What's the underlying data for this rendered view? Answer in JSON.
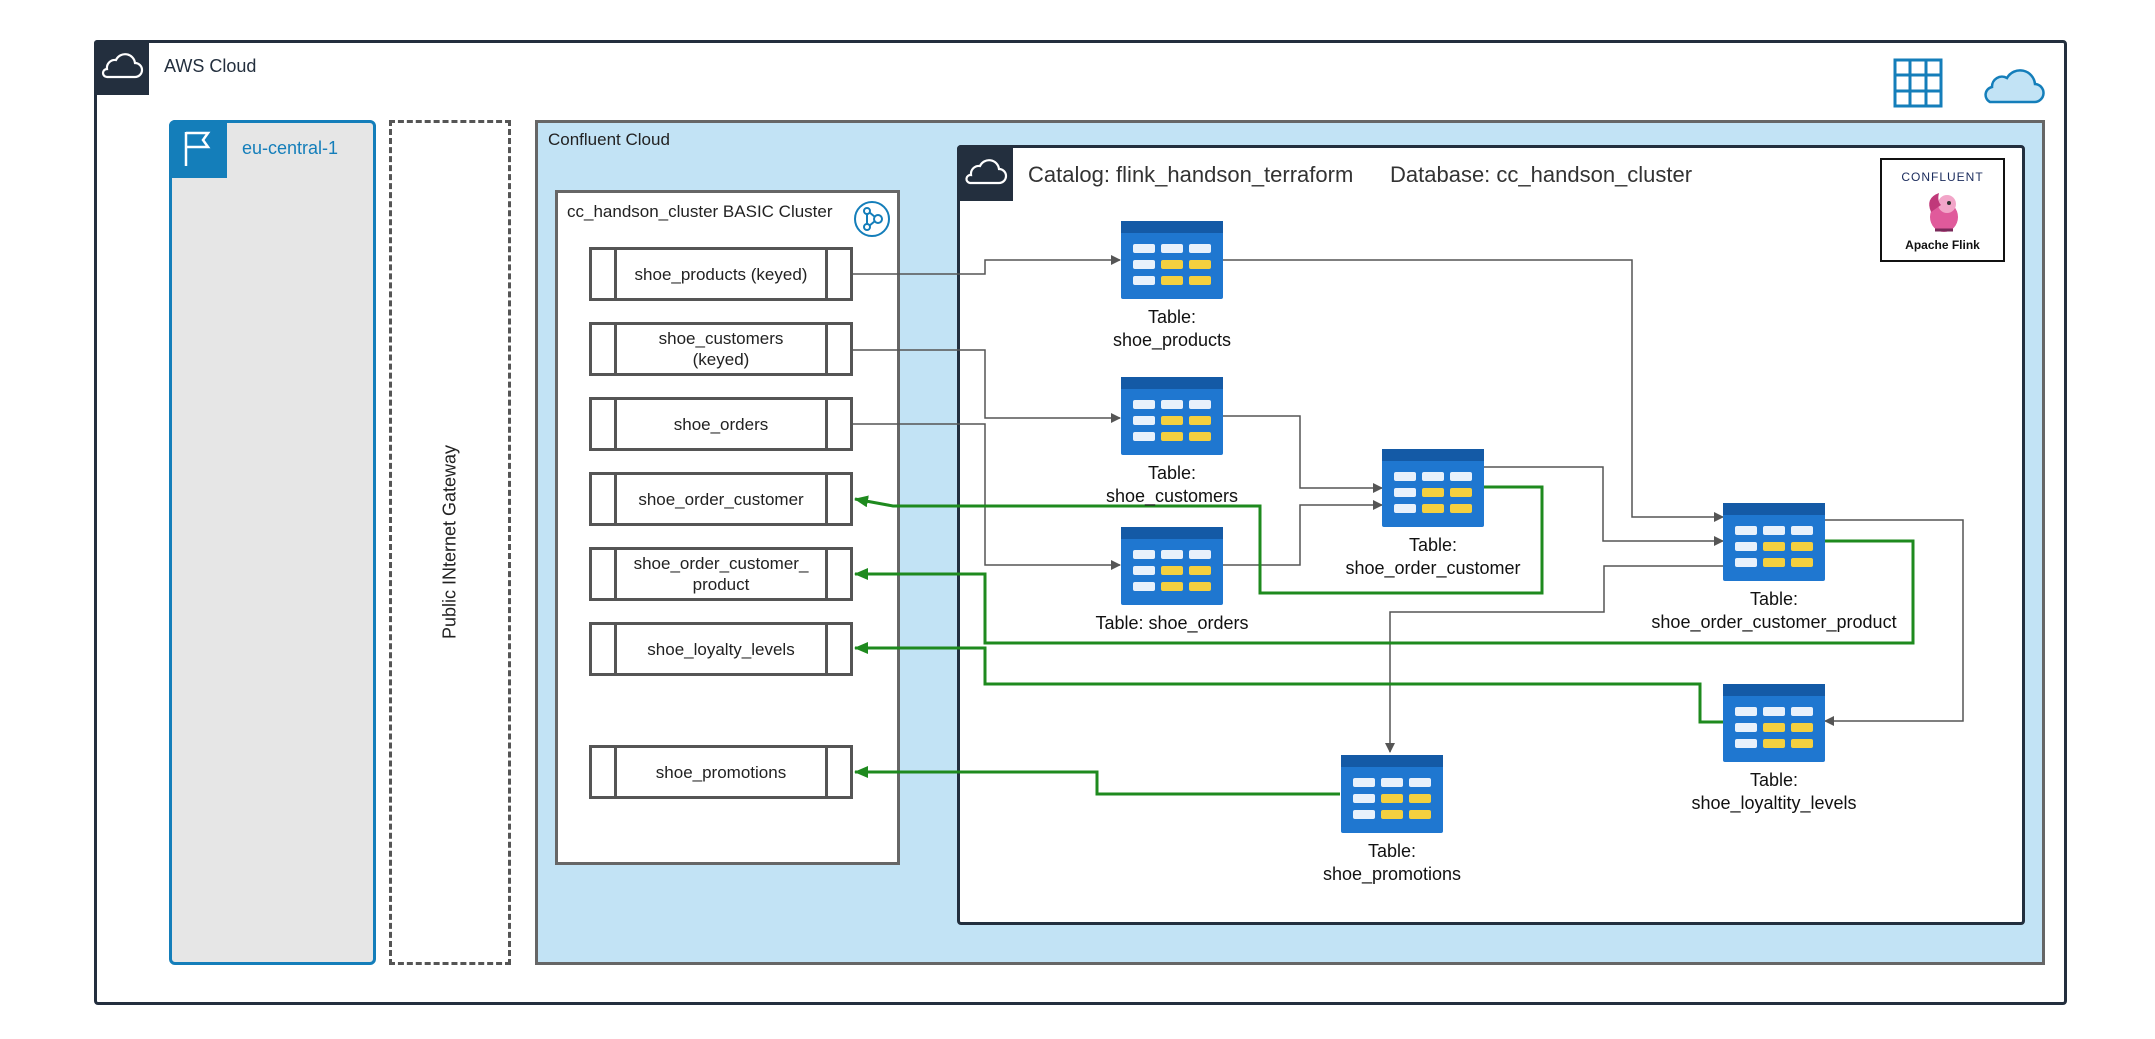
{
  "aws": {
    "title": "AWS Cloud",
    "icon": "cloud-icon"
  },
  "region": {
    "title": "eu-central-1",
    "icon": "flag-icon"
  },
  "gateway": {
    "label": "Public INternet Gateway"
  },
  "confluent_cloud": {
    "title": "Confluent Cloud"
  },
  "cluster": {
    "title": "cc_handson_cluster BASIC Cluster",
    "icon": "kafka-icon",
    "topics": [
      "shoe_products (keyed)",
      "shoe_customers\n(keyed)",
      "shoe_orders",
      "shoe_order_customer",
      "shoe_order_customer_\nproduct",
      "shoe_loyalty_levels",
      "shoe_promotions"
    ]
  },
  "flink": {
    "catalog": "Catalog: flink_handson_terraform",
    "database": "Database: cc_handson_cluster",
    "brand_confluent": "CONFLUENT",
    "brand_flink": "Apache Flink",
    "tables": [
      "Table:\nshoe_products",
      "Table:\nshoe_customers",
      "Table: shoe_orders",
      "Table:\nshoe_order_customer",
      "Table:\nshoe_order_customer_product",
      "Table:\nshoe_loyaltity_levels",
      "Table:\nshoe_promotions"
    ]
  },
  "colors": {
    "aws_dark": "#232f3e",
    "region_blue": "#147eba",
    "cloud_bg": "#c2e3f5",
    "flow_green": "#1e8a1e",
    "flow_gray": "#555555"
  }
}
